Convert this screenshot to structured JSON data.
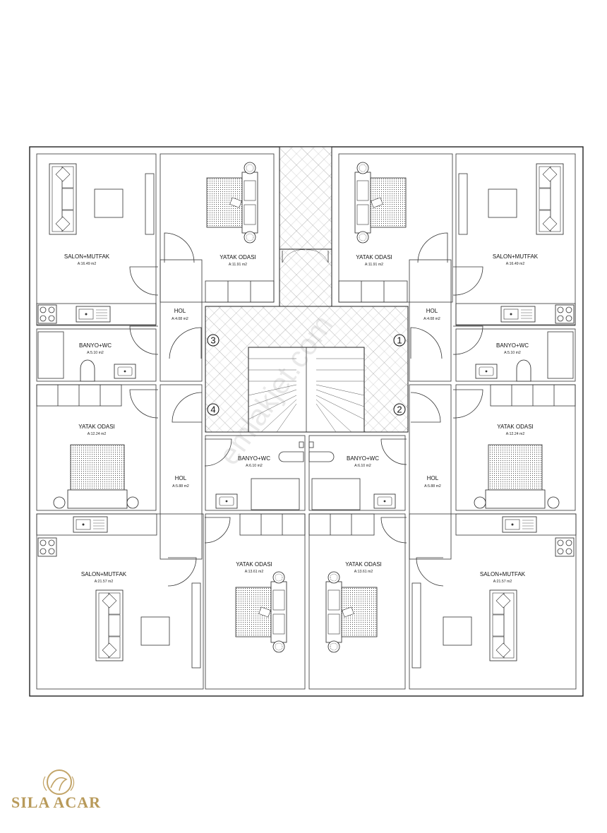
{
  "rooms": {
    "tl_salon": {
      "name": "SALON+MUTFAK",
      "area": "A:16.49 m2"
    },
    "tl_yatak": {
      "name": "YATAK ODASI",
      "area": "A:11.91 m2"
    },
    "tl_hol": {
      "name": "HOL",
      "area": "A:4.08 m2"
    },
    "tl_banyo": {
      "name": "BANYO+WC",
      "area": "A:5.10 m2"
    },
    "tr_yatak": {
      "name": "YATAK ODASI",
      "area": "A:11.91 m2"
    },
    "tr_salon": {
      "name": "SALON+MUTFAK",
      "area": "A:16.49 m2"
    },
    "tr_hol": {
      "name": "HOL",
      "area": "A:4.08 m2"
    },
    "tr_banyo": {
      "name": "BANYO+WC",
      "area": "A:5.10 m2"
    },
    "ml_yatak": {
      "name": "YATAK ODASI",
      "area": "A:12.24 m2"
    },
    "ml_hol": {
      "name": "HOL",
      "area": "A:5.88 m2"
    },
    "mc_banyo_l": {
      "name": "BANYO+WC",
      "area": "A:6.10 m2"
    },
    "mc_banyo_r": {
      "name": "BANYO+WC",
      "area": "A:6.10 m2"
    },
    "mr_hol": {
      "name": "HOL",
      "area": "A:5.88 m2"
    },
    "mr_yatak": {
      "name": "YATAK ODASI",
      "area": "A:12.24 m2"
    },
    "bl_salon": {
      "name": "SALON+MUTFAK",
      "area": "A:21.57 m2"
    },
    "bc_yatak_l": {
      "name": "YATAK ODASI",
      "area": "A:13.61 m2"
    },
    "bc_yatak_r": {
      "name": "YATAK ODASI",
      "area": "A:13.61 m2"
    },
    "br_salon": {
      "name": "SALON+MUTFAK",
      "area": "A:21.57 m2"
    }
  },
  "unit_numbers": {
    "u1": "1",
    "u2": "2",
    "u3": "3",
    "u4": "4"
  },
  "watermark": "emlakjet.com",
  "logo": {
    "text": "SILA ACAR",
    "color": "#b89a5a"
  },
  "colors": {
    "wall": "#222222",
    "tile": "#888888"
  }
}
